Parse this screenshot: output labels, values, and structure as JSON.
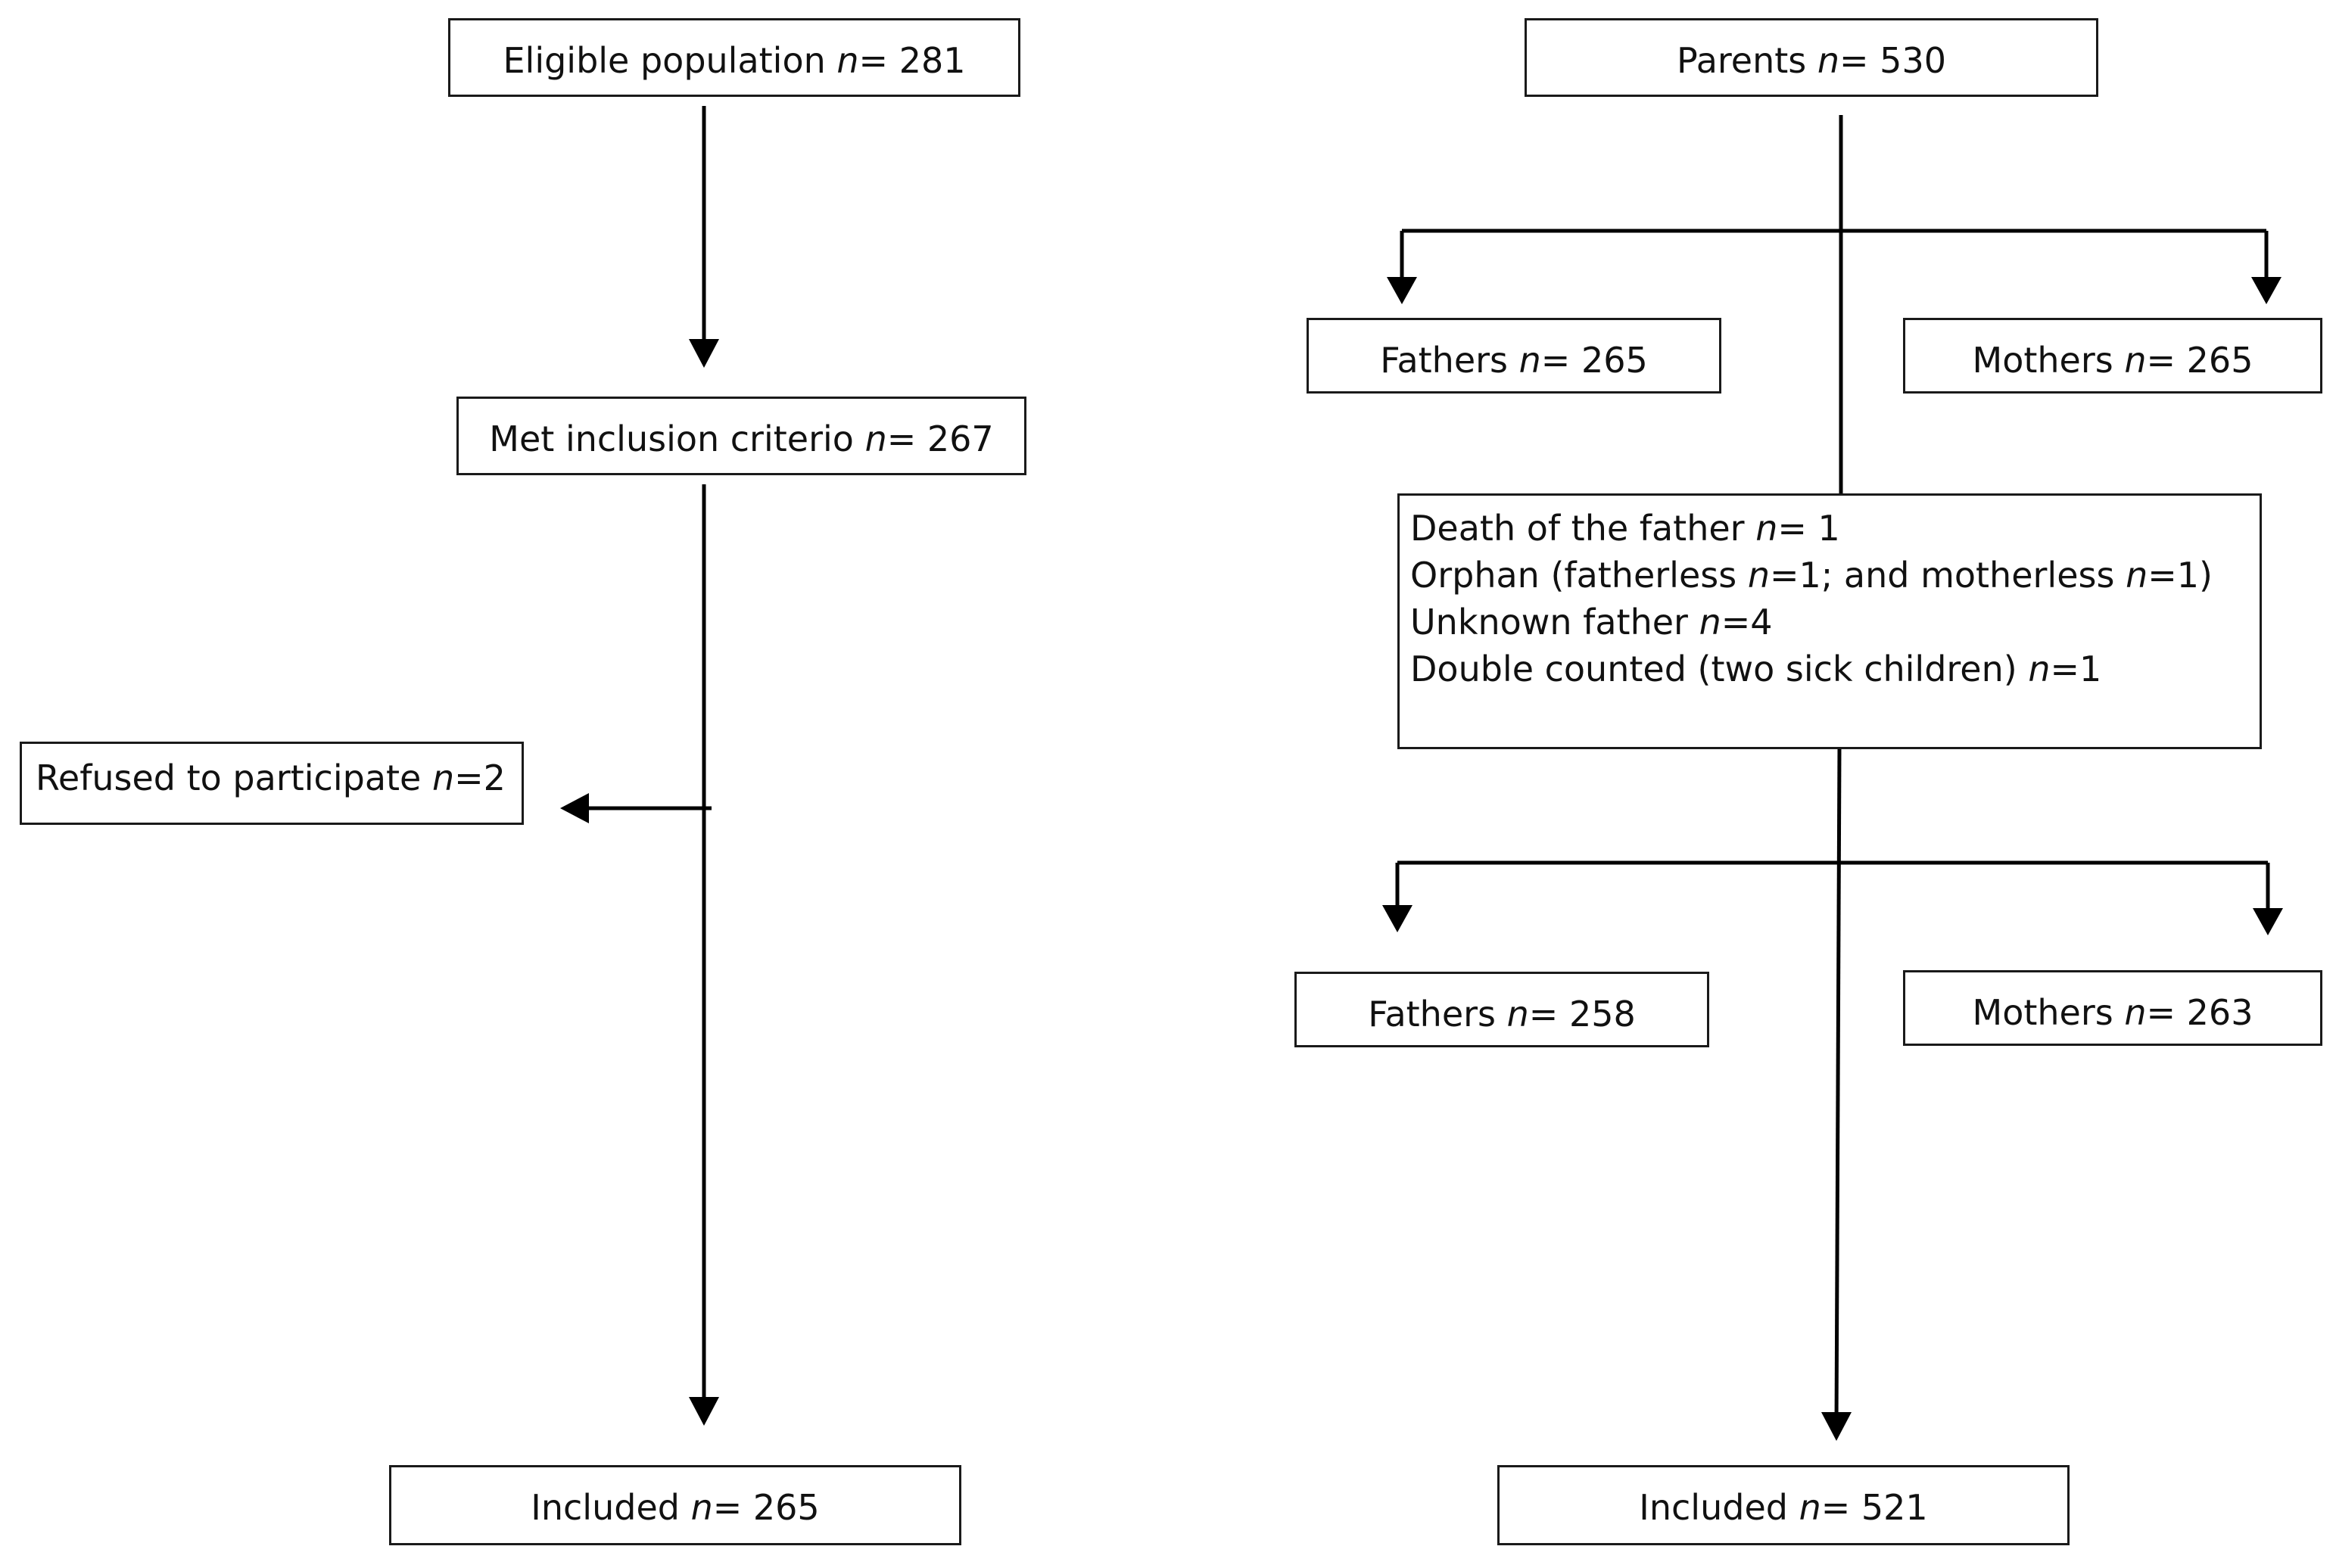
{
  "left_flow": {
    "eligible": {
      "label": "Eligible population ",
      "n": "n",
      "value": "= 281"
    },
    "met": {
      "label": "Met inclusion criterio ",
      "n": "n",
      "value": "= 267"
    },
    "refused": {
      "label": "Refused to participate ",
      "n": "n",
      "value": "=2"
    },
    "included": {
      "label": "Included ",
      "n": "n",
      "value": "= 265"
    }
  },
  "right_flow": {
    "parents": {
      "label": "Parents ",
      "n": "n",
      "value": "= 530"
    },
    "fathers_1": {
      "label": "Fathers  ",
      "n": "n",
      "value": "= 265"
    },
    "mothers_1": {
      "label": "Mothers  ",
      "n": "n",
      "value": "= 265"
    },
    "exclusions": {
      "l1": {
        "a": "Death of the father ",
        "n": "n",
        "b": "= 1"
      },
      "l2": {
        "a": "Orphan (fatherless ",
        "n1": "n",
        "b": "=1; and motherless ",
        "n2": "n",
        "c": "=1)"
      },
      "l3": {
        "a": "Unknown father ",
        "n": "n",
        "b": "=4"
      },
      "l4": {
        "a": "Double counted (two sick children) ",
        "n": "n",
        "b": "=1"
      }
    },
    "fathers_2": {
      "label": "Fathers ",
      "n": "n",
      "value": "= 258"
    },
    "mothers_2": {
      "label": "Mothers  ",
      "n": "n",
      "value": "= 263"
    },
    "included": {
      "label": "Included ",
      "n": "n",
      "value": "= 521"
    }
  },
  "colors": {
    "line": "#000000",
    "border": "#1a1a1a",
    "text": "#111111"
  }
}
